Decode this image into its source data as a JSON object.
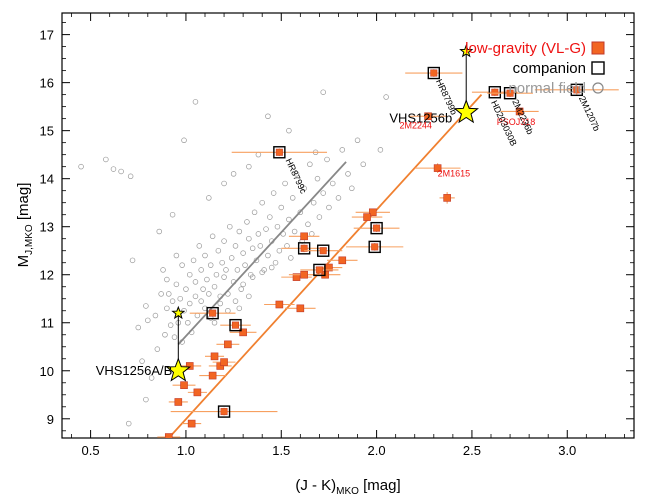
{
  "chart_data": {
    "type": "scatter",
    "title": "",
    "xlabel": "(J - K)",
    "xlabel_sub": "MKO",
    "xlabel_unit": " [mag]",
    "ylabel": "M",
    "ylabel_sub": "J,MKO",
    "ylabel_unit": " [mag]",
    "xlim": [
      0.35,
      3.35
    ],
    "ylim": [
      17.45,
      8.6
    ],
    "y_inverted": true,
    "x_ticks": [
      0.5,
      1.0,
      1.5,
      2.0,
      2.5,
      3.0
    ],
    "x_tick_labels": [
      "0.5",
      "1.0",
      "1.5",
      "2.0",
      "2.5",
      "3.0"
    ],
    "y_ticks": [
      9,
      10,
      11,
      12,
      13,
      14,
      15,
      16,
      17
    ],
    "y_tick_labels": [
      "9",
      "10",
      "11",
      "12",
      "13",
      "14",
      "15",
      "16",
      "17"
    ],
    "grid": false,
    "legend_position": "top-right",
    "legend": [
      {
        "label": "low-gravity (VL-G)",
        "color": "#ee1111",
        "marker": "filled-square"
      },
      {
        "label": "companion",
        "color": "#000000",
        "marker": "open-square"
      },
      {
        "label": "normal field",
        "color": "#888888",
        "marker": "open-circle"
      }
    ],
    "colors": {
      "low_gravity_fill": "#f26522",
      "low_gravity_edge": "#c0392b",
      "errorbar": "#f7a060",
      "trend_line": "#f08030",
      "field_line": "#888888",
      "field_points": "#999999",
      "star_fill": "#ffff00",
      "annotation_red": "#ee1111"
    },
    "series": [
      {
        "name": "normal field",
        "marker": "open-circle",
        "points": [
          [
            0.45,
            14.25
          ],
          [
            0.58,
            14.4
          ],
          [
            0.62,
            14.2
          ],
          [
            0.66,
            14.15
          ],
          [
            0.7,
            8.9
          ],
          [
            0.71,
            14.05
          ],
          [
            0.75,
            10.9
          ],
          [
            0.77,
            10.2
          ],
          [
            0.79,
            9.4
          ],
          [
            0.79,
            11.35
          ],
          [
            0.8,
            11.05
          ],
          [
            0.82,
            9.85
          ],
          [
            0.84,
            11.15
          ],
          [
            0.85,
            10.45
          ],
          [
            0.87,
            11.6
          ],
          [
            0.88,
            12.1
          ],
          [
            0.89,
            10.75
          ],
          [
            0.9,
            11.3
          ],
          [
            0.9,
            11.9
          ],
          [
            0.91,
            11.6
          ],
          [
            0.92,
            10.95
          ],
          [
            0.93,
            11.45
          ],
          [
            0.94,
            10.7
          ],
          [
            0.95,
            11.8
          ],
          [
            0.95,
            12.4
          ],
          [
            0.96,
            11.0
          ],
          [
            0.97,
            11.5
          ],
          [
            0.98,
            10.6
          ],
          [
            0.98,
            12.2
          ],
          [
            0.99,
            11.25
          ],
          [
            1.0,
            11.7
          ],
          [
            1.01,
            11.0
          ],
          [
            1.02,
            12.0
          ],
          [
            1.02,
            11.4
          ],
          [
            1.03,
            10.8
          ],
          [
            1.04,
            12.3
          ],
          [
            1.05,
            11.55
          ],
          [
            1.05,
            11.85
          ],
          [
            1.06,
            11.15
          ],
          [
            1.07,
            12.6
          ],
          [
            1.08,
            11.45
          ],
          [
            1.08,
            12.1
          ],
          [
            1.09,
            11.7
          ],
          [
            1.1,
            11.3
          ],
          [
            1.1,
            12.4
          ],
          [
            1.11,
            11.9
          ],
          [
            1.12,
            11.6
          ],
          [
            1.13,
            12.2
          ],
          [
            1.13,
            11.1
          ],
          [
            1.14,
            12.8
          ],
          [
            1.15,
            11.75
          ],
          [
            1.16,
            12.0
          ],
          [
            1.17,
            12.5
          ],
          [
            1.18,
            11.4
          ],
          [
            1.19,
            12.25
          ],
          [
            1.2,
            11.95
          ],
          [
            1.2,
            12.7
          ],
          [
            1.21,
            12.1
          ],
          [
            1.22,
            11.6
          ],
          [
            1.23,
            13.0
          ],
          [
            1.24,
            12.35
          ],
          [
            1.25,
            11.85
          ],
          [
            1.26,
            12.6
          ],
          [
            1.27,
            12.1
          ],
          [
            1.28,
            12.9
          ],
          [
            1.29,
            11.7
          ],
          [
            1.3,
            12.45
          ],
          [
            1.31,
            12.2
          ],
          [
            1.32,
            13.1
          ],
          [
            1.33,
            12.75
          ],
          [
            1.34,
            12.0
          ],
          [
            1.35,
            12.55
          ],
          [
            1.36,
            13.3
          ],
          [
            1.37,
            12.3
          ],
          [
            1.38,
            12.85
          ],
          [
            1.39,
            12.6
          ],
          [
            1.4,
            13.5
          ],
          [
            1.41,
            12.1
          ],
          [
            1.42,
            12.95
          ],
          [
            1.43,
            12.4
          ],
          [
            1.44,
            13.2
          ],
          [
            1.45,
            12.7
          ],
          [
            1.46,
            13.7
          ],
          [
            1.47,
            12.25
          ],
          [
            1.48,
            13.0
          ],
          [
            1.49,
            12.5
          ],
          [
            1.5,
            13.4
          ],
          [
            1.51,
            12.85
          ],
          [
            1.52,
            13.9
          ],
          [
            1.53,
            12.6
          ],
          [
            1.54,
            13.15
          ],
          [
            1.55,
            12.35
          ],
          [
            1.56,
            13.6
          ],
          [
            1.57,
            12.9
          ],
          [
            1.58,
            14.1
          ],
          [
            1.6,
            13.3
          ],
          [
            1.61,
            12.7
          ],
          [
            1.62,
            13.8
          ],
          [
            1.64,
            13.05
          ],
          [
            1.65,
            14.3
          ],
          [
            1.66,
            12.85
          ],
          [
            1.67,
            13.5
          ],
          [
            1.69,
            14.0
          ],
          [
            1.7,
            13.2
          ],
          [
            1.72,
            13.7
          ],
          [
            1.74,
            14.4
          ],
          [
            1.75,
            13.4
          ],
          [
            1.77,
            13.9
          ],
          [
            1.8,
            13.6
          ],
          [
            1.82,
            14.6
          ],
          [
            1.85,
            14.1
          ],
          [
            1.87,
            13.8
          ],
          [
            1.9,
            14.8
          ],
          [
            1.93,
            14.3
          ],
          [
            1.33,
            14.25
          ],
          [
            1.38,
            14.5
          ],
          [
            1.12,
            13.6
          ],
          [
            1.2,
            13.9
          ],
          [
            1.25,
            14.1
          ],
          [
            0.99,
            14.8
          ],
          [
            1.05,
            15.6
          ],
          [
            1.43,
            15.3
          ],
          [
            1.54,
            15.0
          ],
          [
            1.68,
            14.55
          ],
          [
            1.72,
            15.8
          ],
          [
            2.02,
            14.6
          ],
          [
            2.05,
            15.7
          ],
          [
            0.86,
            12.9
          ],
          [
            0.93,
            13.25
          ],
          [
            0.72,
            12.3
          ],
          [
            1.15,
            11.0
          ],
          [
            1.22,
            11.25
          ],
          [
            1.26,
            11.45
          ],
          [
            1.18,
            11.55
          ],
          [
            1.3,
            11.8
          ],
          [
            1.35,
            11.95
          ],
          [
            1.28,
            11.3
          ],
          [
            1.4,
            12.05
          ],
          [
            1.33,
            11.55
          ],
          [
            1.45,
            12.15
          ]
        ]
      },
      {
        "name": "low-gravity (VL-G)",
        "marker": "filled-square",
        "points": [
          {
            "x": 0.91,
            "y": 8.62,
            "xerr": 0.06,
            "yerr": 0.05
          },
          {
            "x": 0.96,
            "y": 9.35,
            "xerr": 0.05,
            "yerr": 0.05
          },
          {
            "x": 1.03,
            "y": 8.9,
            "xerr": 0.05,
            "yerr": 0.05
          },
          {
            "x": 0.99,
            "y": 9.7,
            "xerr": 0.06,
            "yerr": 0.05
          },
          {
            "x": 1.02,
            "y": 10.1,
            "xerr": 0.06,
            "yerr": 0.05
          },
          {
            "x": 1.06,
            "y": 9.55,
            "xerr": 0.05,
            "yerr": 0.05
          },
          {
            "x": 1.14,
            "y": 9.9,
            "xerr": 0.07,
            "yerr": 0.05
          },
          {
            "x": 1.18,
            "y": 10.1,
            "xerr": 0.06,
            "yerr": 0.05
          },
          {
            "x": 1.2,
            "y": 10.18,
            "xerr": 0.06,
            "yerr": 0.05
          },
          {
            "x": 1.15,
            "y": 10.3,
            "xerr": 0.05,
            "yerr": 0.05
          },
          {
            "x": 1.22,
            "y": 10.55,
            "xerr": 0.06,
            "yerr": 0.05
          },
          {
            "x": 1.3,
            "y": 10.8,
            "xerr": 0.07,
            "yerr": 0.05
          },
          {
            "x": 1.49,
            "y": 11.38,
            "xerr": 0.08,
            "yerr": 0.05
          },
          {
            "x": 1.6,
            "y": 11.3,
            "xerr": 0.08,
            "yerr": 0.05
          },
          {
            "x": 1.58,
            "y": 11.95,
            "xerr": 0.08,
            "yerr": 0.05
          },
          {
            "x": 1.62,
            "y": 12.0,
            "xerr": 0.08,
            "yerr": 0.05
          },
          {
            "x": 1.73,
            "y": 12.0,
            "xerr": 0.08,
            "yerr": 0.06
          },
          {
            "x": 1.75,
            "y": 12.15,
            "xerr": 0.07,
            "yerr": 0.06
          },
          {
            "x": 1.82,
            "y": 12.3,
            "xerr": 0.08,
            "yerr": 0.05
          },
          {
            "x": 1.62,
            "y": 12.8,
            "xerr": 0.08,
            "yerr": 0.05
          },
          {
            "x": 1.98,
            "y": 13.3,
            "xerr": 0.09,
            "yerr": 0.06
          },
          {
            "x": 1.95,
            "y": 13.2,
            "xerr": 0.08,
            "yerr": 0.06
          },
          {
            "x": 2.37,
            "y": 13.6,
            "xerr": 0.04,
            "yerr": 0.12
          },
          {
            "x": 2.32,
            "y": 14.22,
            "xerr": 0.12,
            "yerr": 0.1
          },
          {
            "x": 2.27,
            "y": 15.3,
            "xerr": 0.1,
            "yerr": 0.08
          },
          {
            "x": 2.75,
            "y": 15.4,
            "xerr": 0.1,
            "yerr": 0.08
          }
        ]
      },
      {
        "name": "companion",
        "marker": "open-square",
        "points": [
          {
            "x": 1.2,
            "y": 9.15,
            "xerr": 0.28,
            "yerr": 0.08
          },
          {
            "x": 1.14,
            "y": 11.2,
            "xerr": 0.12,
            "yerr": 0.05
          },
          {
            "x": 1.26,
            "y": 10.95,
            "xerr": 0.08,
            "yerr": 0.05
          },
          {
            "x": 1.7,
            "y": 12.1,
            "xerr": 0.1,
            "yerr": 0.07
          },
          {
            "x": 1.62,
            "y": 12.55,
            "xerr": 0.12,
            "yerr": 0.08
          },
          {
            "x": 1.72,
            "y": 12.5,
            "xerr": 0.1,
            "yerr": 0.07
          },
          {
            "x": 1.99,
            "y": 12.58,
            "xerr": 0.15,
            "yerr": 0.08
          },
          {
            "x": 2.0,
            "y": 12.97,
            "xerr": 0.12,
            "yerr": 0.08
          },
          {
            "x": 1.49,
            "y": 14.55,
            "xerr": 0.25,
            "yerr": 0.08
          },
          {
            "x": 2.3,
            "y": 16.2,
            "xerr": 0.15,
            "yerr": 0.08
          },
          {
            "x": 2.62,
            "y": 15.8,
            "xerr": 0.12,
            "yerr": 0.08
          },
          {
            "x": 2.7,
            "y": 15.78,
            "xerr": 0.12,
            "yerr": 0.08
          },
          {
            "x": 3.05,
            "y": 15.85,
            "xerr": 0.22,
            "yerr": 0.1
          }
        ]
      }
    ],
    "stars": [
      {
        "x": 0.96,
        "y": 10.0,
        "size": "large",
        "label": "VHS1256A/B",
        "label_anchor": "end",
        "label_dx": -6,
        "label_dy": 4
      },
      {
        "x": 0.96,
        "y": 11.2,
        "size": "small"
      },
      {
        "x": 2.47,
        "y": 15.38,
        "size": "large",
        "label": "VHS1256b",
        "label_anchor": "end",
        "label_dx": -14,
        "label_dy": 10
      },
      {
        "x": 2.47,
        "y": 16.65,
        "size": "small"
      }
    ],
    "star_links": [
      {
        "x1": 0.96,
        "y1": 10.0,
        "x2": 0.96,
        "y2": 11.2
      },
      {
        "x1": 2.47,
        "y1": 15.38,
        "x2": 2.47,
        "y2": 16.65
      }
    ],
    "trend_lines": [
      {
        "name": "low-gravity sequence",
        "color": "#f08030",
        "x1": 0.91,
        "y1": 8.6,
        "x2": 2.55,
        "y2": 15.75
      },
      {
        "name": "field sequence",
        "color": "#888888",
        "x1": 0.96,
        "y1": 10.55,
        "x2": 1.84,
        "y2": 14.35
      }
    ],
    "annotations": [
      {
        "text": "2M1615",
        "x": 2.32,
        "y": 14.05,
        "color": "#ee1111",
        "rotate": 0,
        "size": 9
      },
      {
        "text": "2M2244",
        "x": 2.12,
        "y": 15.05,
        "color": "#ee1111",
        "rotate": 0,
        "size": 9
      },
      {
        "text": "PSOJ318",
        "x": 2.63,
        "y": 15.12,
        "color": "#ee1111",
        "rotate": 0,
        "size": 9
      },
      {
        "text": "HR8799c",
        "x": 1.49,
        "y": 14.55,
        "color": "#000000",
        "rotate": 65,
        "size": 9,
        "dx": 6,
        "dy": 8
      },
      {
        "text": "HR8799b",
        "x": 2.3,
        "y": 16.2,
        "color": "#000000",
        "rotate": 65,
        "size": 9,
        "dx": 2,
        "dy": 8
      },
      {
        "text": "2M2236b",
        "x": 2.7,
        "y": 15.78,
        "color": "#000000",
        "rotate": 65,
        "size": 9,
        "dx": 2,
        "dy": 8
      },
      {
        "text": "HD203030B",
        "x": 2.62,
        "y": 15.8,
        "color": "#000000",
        "rotate": 65,
        "size": 9,
        "dx": -4,
        "dy": 10
      },
      {
        "text": "2M1207b",
        "x": 3.05,
        "y": 15.85,
        "color": "#000000",
        "rotate": 65,
        "size": 9,
        "dx": 2,
        "dy": 8
      }
    ]
  }
}
